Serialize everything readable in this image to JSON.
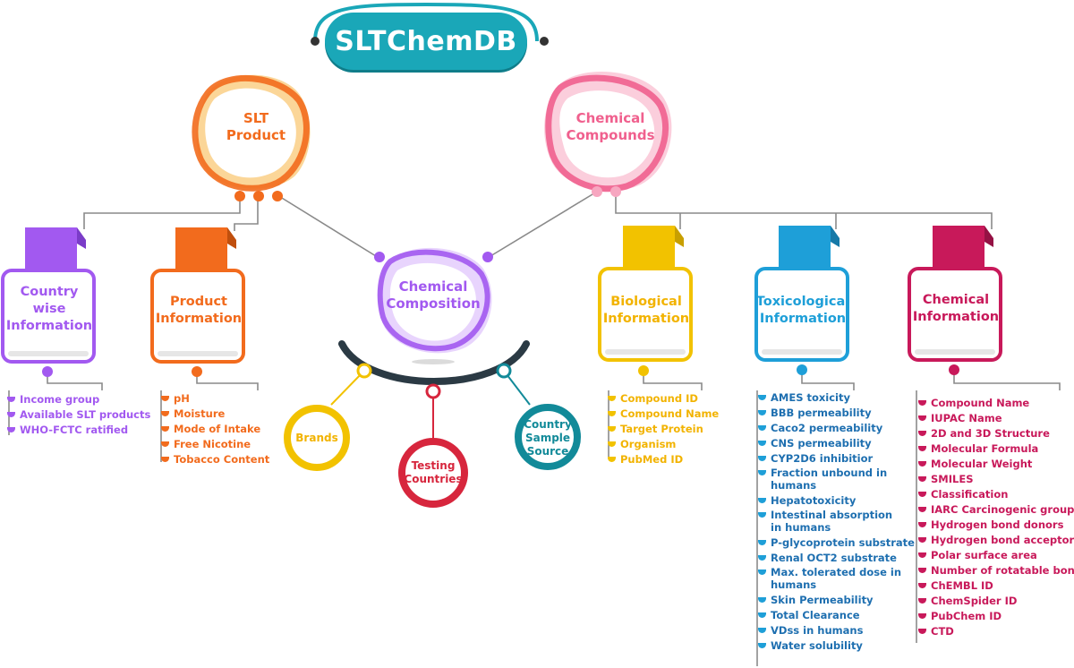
{
  "title": "SLTChemDB",
  "top_nodes": {
    "slt_product": "SLT\nProduct",
    "chemical_compounds": "Chemical\nCompounds",
    "chemical_composition": "Chemical\nComposition"
  },
  "composition_children": [
    "Brands",
    "Testing\nCountries",
    "Country\nSample\nSource"
  ],
  "cards": [
    {
      "label": "Country wise\nInformation",
      "color": "#a259f0",
      "items": [
        "Income group",
        "Available SLT products",
        "WHO-FCTC ratified"
      ]
    },
    {
      "label": "Product\nInformation",
      "color": "#f26b1d",
      "items": [
        "pH",
        "Moisture",
        "Mode of Intake",
        "Free Nicotine",
        "Tobacco Content"
      ]
    },
    {
      "label": "Biological\nInformation",
      "color": "#f2c200",
      "items": [
        "Compound ID",
        "Compound Name",
        "Target Protein",
        "Organism",
        "PubMed ID"
      ]
    },
    {
      "label": "Toxicological\nInformation",
      "color": "#1e9fd8",
      "items": [
        "AMES toxicity",
        "BBB permeability",
        "Caco2 permeability",
        "CNS permeability",
        "CYP2D6 inhibitior",
        "Fraction unbound in humans",
        "Hepatotoxicity",
        "Intestinal absorption in humans",
        "P-glycoprotein substrate",
        "Renal OCT2 substrate",
        "Max. tolerated dose in humans",
        "Skin Permeability",
        "Total Clearance",
        "VDss in humans",
        "Water solubility"
      ]
    },
    {
      "label": "Chemical\nInformation",
      "color": "#c8195a",
      "items": [
        "Compound Name",
        "IUPAC Name",
        "2D and 3D Structure",
        "Molecular Formula",
        "Molecular Weight",
        "SMILES",
        "Classification",
        "IARC Carcinogenic group",
        "Hydrogen bond donors",
        "Hydrogen bond acceptors",
        "Polar surface area",
        "Number of rotatable bonds",
        "ChEMBL ID",
        "ChemSpider ID",
        "PubChem ID",
        "CTD"
      ]
    }
  ],
  "colors": {
    "teal": "#1aa7b8",
    "orange": "#f26b1d",
    "pink": "#f0608e",
    "purple": "#a259f0",
    "yellow": "#f2c200",
    "blue": "#1e9fd8",
    "crimson": "#c8195a",
    "red": "#d7263d",
    "dark_teal": "#128a99",
    "arc": "#2b3a44",
    "wire": "#8a8a8a"
  }
}
